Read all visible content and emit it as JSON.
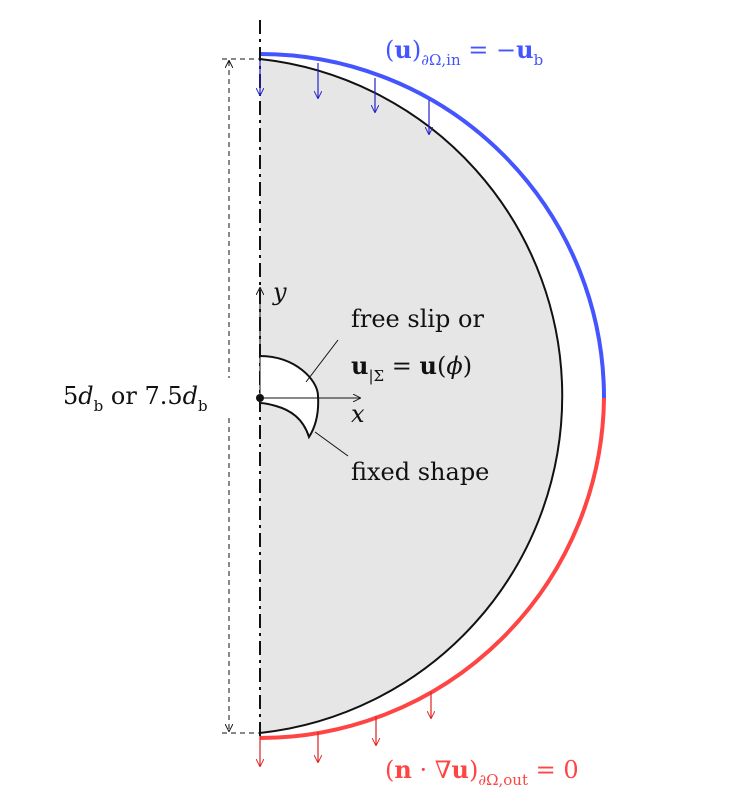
{
  "colors": {
    "domain_fill": "#e6e6e6",
    "inlet": "#4455ff",
    "outlet": "#ff4444",
    "inlet_arrow": "#2222cc",
    "outlet_arrow": "#dd2222",
    "ink": "#111111"
  },
  "inlet_label": {
    "open": "(",
    "vec": "u",
    "close": ")",
    "sub": "∂Ω,in",
    "rel": " = −",
    "rhs_vec": "u",
    "rhs_sub": "b"
  },
  "outlet_label": {
    "open": "(",
    "vec1": "n",
    "dot": " · ∇",
    "vec2": "u",
    "close": ")",
    "sub": "∂Ω,out",
    "rhs": " = 0"
  },
  "axes": {
    "x": "x",
    "y": "y"
  },
  "interface_bc": {
    "line1": "free slip or",
    "lhs_vec": "u",
    "lhs_sub": "|Σ",
    "rel": " = ",
    "rhs_vec": "u",
    "rhs_open": "(",
    "rhs_arg": "ϕ",
    "rhs_close": ")"
  },
  "fixed_shape_label": "fixed shape",
  "dimension": {
    "a": "5",
    "d1": "d",
    "s1": "b",
    "mid": " or 7.5",
    "d2": "d",
    "s2": "b"
  }
}
